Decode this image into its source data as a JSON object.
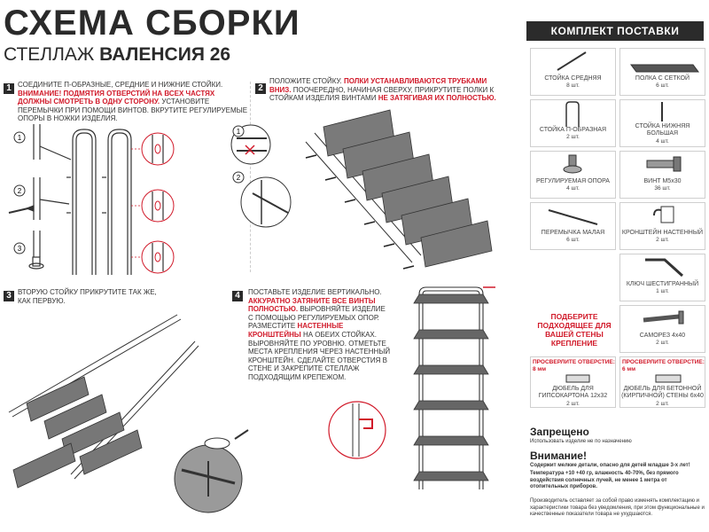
{
  "header": {
    "title": "СХЕМА СБОРКИ",
    "subtitle_prefix": "СТЕЛЛАЖ",
    "subtitle_name": "ВАЛЕНСИЯ 26"
  },
  "step1": {
    "num": "1",
    "line1": "СОЕДИНИТЕ П-ОБРАЗНЫЕ, СРЕДНИЕ И НИЖНИЕ СТОЙКИ.",
    "warn": "ВНИМАНИЕ! ПОДМЯТИЯ ОТВЕРСТИЙ НА ВСЕХ ЧАСТЯХ ДОЛЖНЫ СМОТРЕТЬ В ОДНУ СТОРОНУ.",
    "rest": "УСТАНОВИТЕ ПЕРЕМЫЧКИ ПРИ ПОМОЩИ ВИНТОВ. ВКРУТИТЕ РЕГУЛИРУЕМЫЕ ОПОРЫ В НОЖКИ ИЗДЕЛИЯ.",
    "marks": [
      "1",
      "2",
      "3"
    ]
  },
  "step2": {
    "num": "2",
    "a": "ПОЛОЖИТЕ СТОЙКУ.",
    "b": "ПОЛКИ УСТАНАВЛИВАЮТСЯ ТРУБКАМИ ВНИЗ.",
    "c": "ПООЧЕРЕДНО, НАЧИНАЯ СВЕРХУ, ПРИКРУТИТЕ ПОЛКИ К СТОЙКАМ ИЗДЕЛИЯ ВИНТАМИ",
    "d": "НЕ ЗАТЯГИВАЯ ИХ ПОЛНОСТЬЮ.",
    "marks": [
      "1",
      "2"
    ]
  },
  "step3": {
    "num": "3",
    "text": "ВТОРУЮ СТОЙКУ ПРИКРУТИТЕ ТАК ЖЕ, КАК ПЕРВУЮ."
  },
  "step4": {
    "num": "4",
    "a": "ПОСТАВЬТЕ ИЗДЕЛИЕ ВЕРТИКАЛЬНО.",
    "b": "АККУРАТНО ЗАТЯНИТЕ ВСЕ ВИНТЫ ПОЛНОСТЬЮ.",
    "c": "ВЫРОВНЯЙТЕ ИЗДЕЛИЕ С ПОМОЩЬЮ РЕГУЛИРУЕМЫХ ОПОР. РАЗМЕСТИТЕ",
    "d": "НАСТЕННЫЕ КРОНШТЕЙНЫ",
    "e": "НА ОБЕИХ СТОЙКАХ. ВЫРОВНЯЙТЕ ПО УРОВНЮ. ОТМЕТЬТЕ МЕСТА КРЕПЛЕНИЯ ЧЕРЕЗ НАСТЕННЫЙ КРОНШТЕЙН. СДЕЛАЙТЕ ОТВЕРСТИЯ В СТЕНЕ И ЗАКРЕПИТЕ СТЕЛЛАЖ ПОДХОДЯЩИМ КРЕПЕЖОМ."
  },
  "kit": {
    "title": "КОМПЛЕКТ ПОСТАВКИ",
    "items": [
      {
        "name": "СТОЙКА СРЕДНЯЯ",
        "qty": "8 шт.",
        "icon": "middle-post-icon"
      },
      {
        "name": "ПОЛКА С СЕТКОЙ",
        "qty": "6 шт.",
        "icon": "mesh-shelf-icon"
      },
      {
        "name": "СТОЙКА П-ОБРАЗНАЯ",
        "qty": "2 шт.",
        "icon": "u-post-icon"
      },
      {
        "name": "СТОЙКА НИЖНЯЯ БОЛЬШАЯ",
        "qty": "4 шт.",
        "icon": "bottom-post-icon"
      },
      {
        "name": "РЕГУЛИРУЕМАЯ ОПОРА",
        "qty": "4 шт.",
        "icon": "adjustable-foot-icon"
      },
      {
        "name": "ВИНТ М5х30",
        "qty": "36 шт.",
        "icon": "screw-icon"
      },
      {
        "name": "ПЕРЕМЫЧКА МАЛАЯ",
        "qty": "6 шт.",
        "icon": "small-bar-icon"
      },
      {
        "name": "КРОНШТЕЙН НАСТЕННЫЙ",
        "qty": "2 шт.",
        "icon": "wall-bracket-icon"
      },
      {
        "name": "КЛЮЧ ШЕСТИГРАННЫЙ",
        "qty": "1 шт.",
        "icon": "hex-key-icon"
      },
      {
        "name": "САМОРЕЗ 4х40",
        "qty": "2 шт.",
        "icon": "self-tapping-screw-icon"
      },
      {
        "name": "ДЮБЕЛЬ ДЛЯ ГИПСОКАРТОНА 12х32",
        "qty": "2 шт.",
        "icon": "drywall-plug-icon"
      },
      {
        "name": "ДЮБЕЛЬ ДЛЯ БЕТОННОЙ (КИРПИЧНОЙ) СТЕНЫ 6х40",
        "qty": "2 шт.",
        "icon": "concrete-plug-icon"
      }
    ],
    "wall_note": "ПОДБЕРИТЕ ПОДХОДЯЩЕЕ ДЛЯ ВАШЕЙ СТЕНЫ КРЕПЛЕНИЕ",
    "drill1": "ПРОСВЕРЛИТЕ ОТВЕРСТИЕ:",
    "drill1_size": "8 мм",
    "drill2": "ПРОСВЕРЛИТЕ ОТВЕРСТИЕ:",
    "drill2_size": "6 мм"
  },
  "forbidden": {
    "title": "Запрещено",
    "text": "Использовать изделие не по назначению"
  },
  "attention": {
    "title": "Внимание!",
    "line1": "Содержит мелкие детали, опасно для детей младше 3-х лет!",
    "line2": "Температура +10 +40 гр, влажность 40-70%, без прямого воздействия солнечных лучей, не менее 1 метра от отопительных приборов."
  },
  "footer": {
    "text": "Производитель оставляет за собой право изменять комплектацию и характеристики товара без уведомления, при этом функциональные и качественные показатели товара не ухудшаются."
  },
  "colors": {
    "accent": "#d11a2a",
    "dark": "#2b2b2b"
  }
}
